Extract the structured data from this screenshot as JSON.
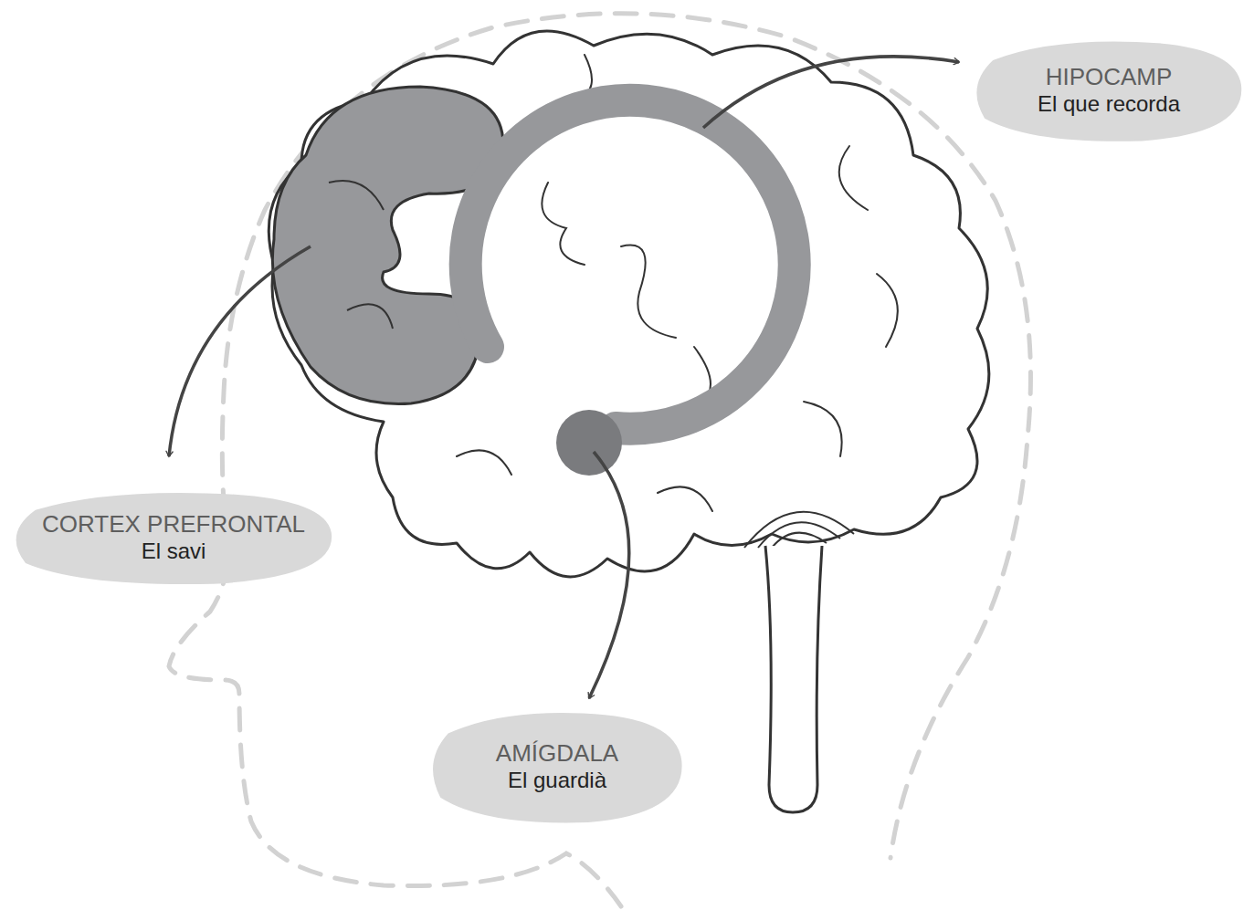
{
  "diagram": {
    "nodes": [
      {
        "text": [
          "HIPOCAMP",
          "El que recorda"
        ]
      },
      {
        "text": [
          "CORTEX PREFRONTAL",
          "El savi"
        ]
      },
      {
        "text": [
          "AMÍGDALA",
          "El guardià"
        ]
      }
    ]
  }
}
